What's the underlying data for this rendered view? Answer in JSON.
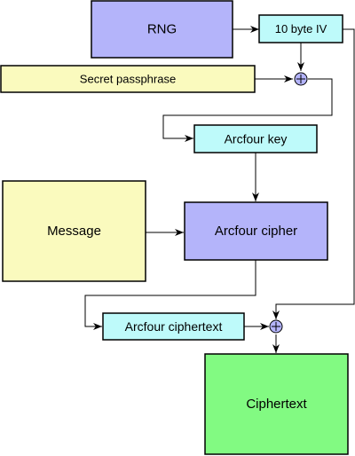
{
  "colors": {
    "purple": "#B4B4FA",
    "cyan": "#BEFAFA",
    "yellow": "#FAFABE",
    "green": "#82FA82",
    "stroke": "#000000"
  },
  "nodes": {
    "rng": "RNG",
    "iv": "10 byte IV",
    "passphrase": "Secret passphrase",
    "key": "Arcfour key",
    "message": "Message",
    "cipher": "Arcfour cipher",
    "ciphertext_intermediate": "Arcfour ciphertext",
    "ciphertext": "Ciphertext"
  },
  "operators": {
    "xor_icon": "circled-plus"
  }
}
